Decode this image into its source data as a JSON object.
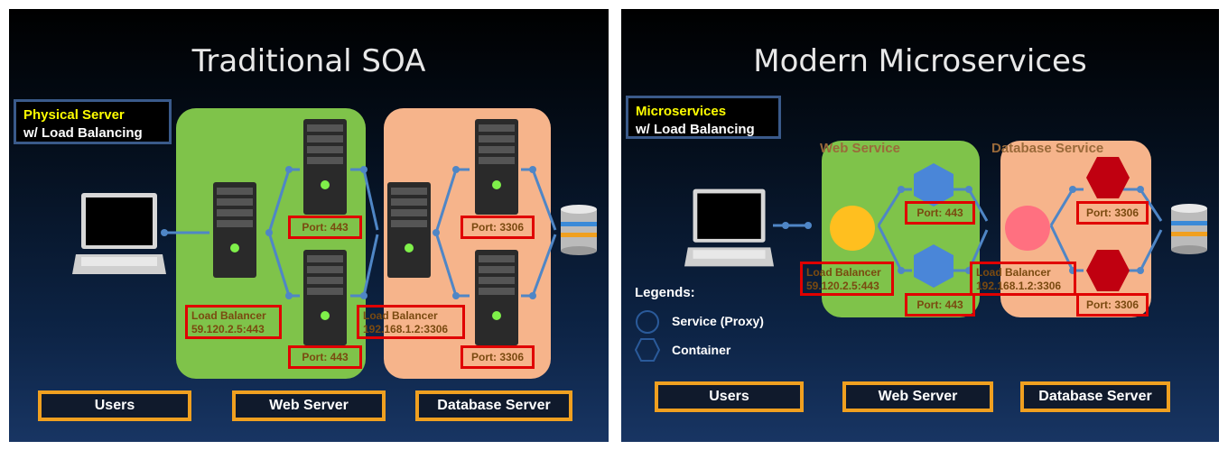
{
  "left": {
    "title": "Traditional SOA",
    "info_box": {
      "line1": "Physical Server",
      "line2": "w/ Load Balancing"
    },
    "ports": {
      "web_top": "Port: 443",
      "web_bottom": "Port: 443",
      "db_top": "Port: 3306",
      "db_bottom": "Port: 3306"
    },
    "web_lb": {
      "line1": "Load Balancer",
      "line2": "59.120.2.5:443"
    },
    "db_lb": {
      "line1": "Load Balancer",
      "line2": "192.168.1.2:3306"
    },
    "tiers": {
      "users": "Users",
      "web": "Web Server",
      "db": "Database Server"
    }
  },
  "right": {
    "title": "Modern Microservices",
    "info_box": {
      "line1": "Microservices",
      "line2": "w/ Load Balancing"
    },
    "groups": {
      "web": "Web Service",
      "db": "Database Service"
    },
    "ports": {
      "web_top": "Port: 443",
      "web_bottom": "Port: 443",
      "db_top": "Port: 3306",
      "db_bottom": "Port: 3306"
    },
    "web_lb": {
      "line1": "Load Balancer",
      "line2": "59.120.2.5:443"
    },
    "db_lb": {
      "line1": "Load Balancer",
      "line2": "192.168.1.2:3306"
    },
    "legend": {
      "title": "Legends:",
      "service": "Service (Proxy)",
      "container": "Container"
    },
    "tiers": {
      "users": "Users",
      "web": "Web Server",
      "db": "Database Server"
    }
  },
  "colors": {
    "web_group": "#7fc34a",
    "db_group": "#f6b48b",
    "port_border": "#e00000",
    "tier_border": "#f0a020",
    "connector": "#4f86c6",
    "service_web": "#ffbf1f",
    "service_db": "#ff7080",
    "container_web": "#4a86d8",
    "container_db": "#c00010"
  },
  "icons": [
    "laptop-icon",
    "server-icon",
    "database-icon",
    "service-circle-icon",
    "container-hexagon-icon"
  ]
}
